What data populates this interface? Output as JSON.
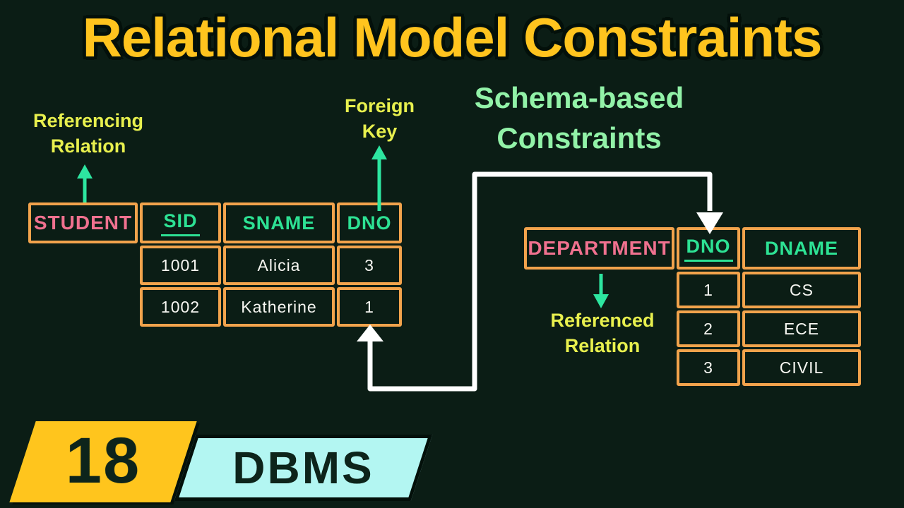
{
  "title": "Relational Model Constraints",
  "subtitle": "Schema-based\nConstraints",
  "annotations": {
    "referencing_relation": "Referencing\nRelation",
    "foreign_key": "Foreign\nKey",
    "referenced_relation": "Referenced\nRelation"
  },
  "student_table": {
    "name": "STUDENT",
    "columns": [
      "SID",
      "SNAME",
      "DNO"
    ],
    "primary_key": "SID",
    "rows": [
      [
        "1001",
        "Alicia",
        "3"
      ],
      [
        "1002",
        "Katherine",
        "1"
      ]
    ]
  },
  "department_table": {
    "name": "DEPARTMENT",
    "columns": [
      "DNO",
      "DNAME"
    ],
    "primary_key": "DNO",
    "rows": [
      [
        "1",
        "CS"
      ],
      [
        "2",
        "ECE"
      ],
      [
        "3",
        "CIVIL"
      ]
    ]
  },
  "badge": {
    "number": "18",
    "course": "DBMS"
  },
  "colors": {
    "background": "#0b1d15",
    "title_gold": "#ffc41e",
    "title_outline": "#03100a",
    "table_border_orange": "#f2a34c",
    "table_name_pink": "#f0718f",
    "column_header_green": "#2de294",
    "data_text_white": "#f7f7f2",
    "label_yellow": "#e8f04e",
    "subtitle_green": "#92f2a8",
    "arrow_green": "#2de6a0",
    "connector_white": "#ffffff",
    "badge_yellow": "#ffc51d",
    "badge_cyan": "#b3f6f2",
    "badge_text_dark": "#0d241b"
  }
}
